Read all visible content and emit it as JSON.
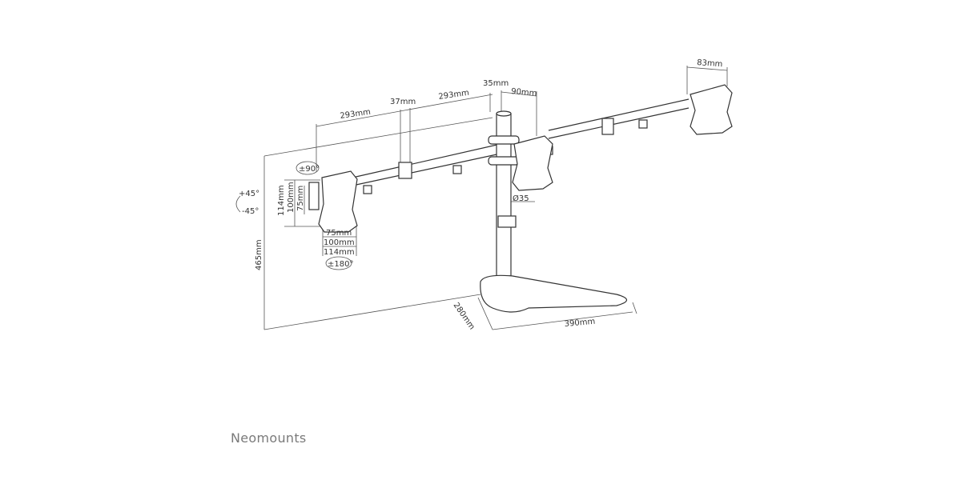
{
  "brand": "Neomounts",
  "dimensions": {
    "right_plate_depth": "83mm",
    "pole_offset": "35mm",
    "arm_offset": "90mm",
    "arm_right": "293mm",
    "clamp_width": "37mm",
    "arm_left": "293mm",
    "swivel": "±90°",
    "tilt_up": "+45°",
    "tilt_down": "-45°",
    "vesa_h_114": "114mm",
    "vesa_h_100": "100mm",
    "vesa_h_75": "75mm",
    "vesa_w_75": "75mm",
    "vesa_w_100": "100mm",
    "vesa_w_114": "114mm",
    "rotation": "±180°",
    "pole_diameter": "Ø35",
    "height": "465mm",
    "base_depth": "280mm",
    "base_width": "390mm"
  }
}
